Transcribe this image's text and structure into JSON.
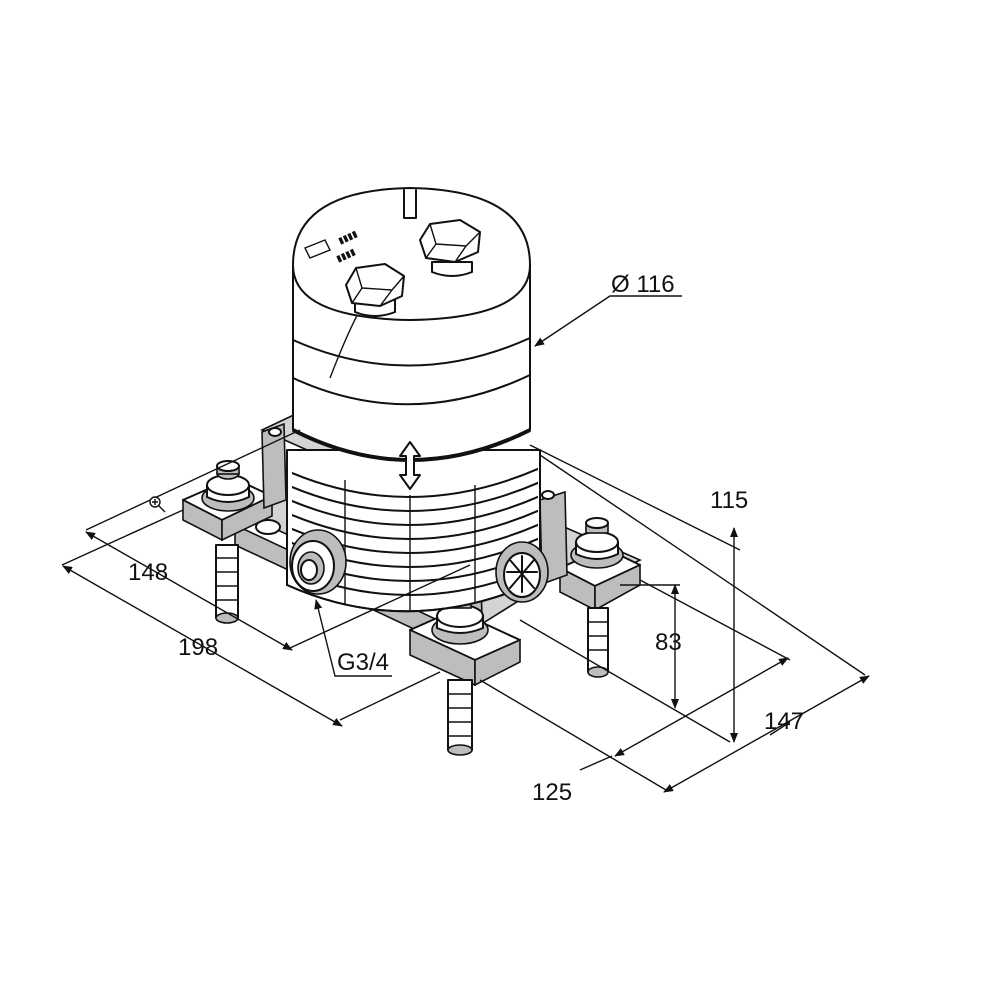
{
  "dimensions": {
    "diameter": "Ø 116",
    "height_total": "115",
    "height_inlet": "83",
    "width_left_inner": "148",
    "width_left_outer": "198",
    "width_right_outer": "147",
    "width_right_inner": "125",
    "thread": "G3/4"
  },
  "icons": {
    "zoom": "zoom-in-icon",
    "arrow": "double-arrow-icon"
  }
}
